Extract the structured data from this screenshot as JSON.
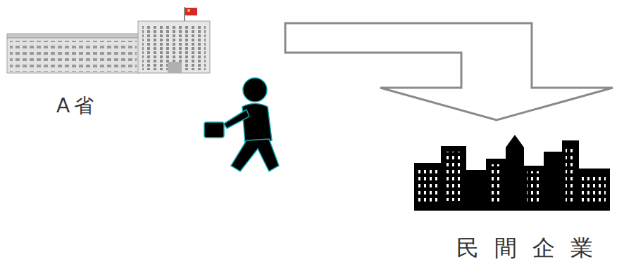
{
  "diagram": {
    "nodes": [
      {
        "text": [
          "A省"
        ]
      },
      {
        "text": [
          "民間企業"
        ]
      }
    ],
    "edges": [
      {
        "from": 0,
        "to": 1,
        "arrow": "to"
      }
    ]
  }
}
